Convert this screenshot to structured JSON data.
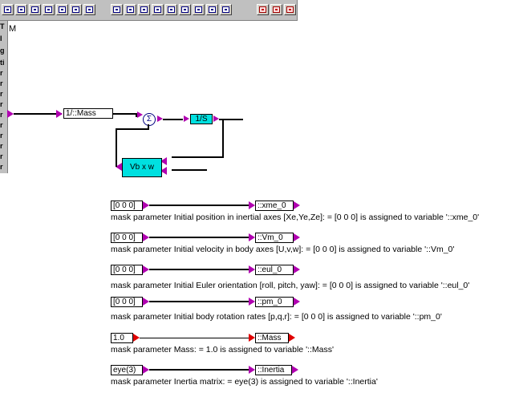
{
  "canvas_letter": "M",
  "palette_letters": [
    "T",
    "I",
    "g",
    "ti",
    "r",
    "r",
    "r",
    "r",
    "r",
    "r",
    "r",
    "r",
    "r",
    "r"
  ],
  "toolbar": {
    "group1": [
      "icon",
      "icon",
      "icon",
      "icon",
      "icon",
      "icon",
      "icon"
    ],
    "group2": [
      "icon",
      "icon",
      "icon",
      "icon",
      "icon",
      "icon",
      "icon",
      "icon",
      "icon"
    ],
    "group3": [
      "icon",
      "icon",
      "icon"
    ]
  },
  "diagram": {
    "gain_label": "1/::Mass",
    "sum_symbol": "Σ",
    "integrator_label": "1/S",
    "cross_label": "Vb x w"
  },
  "params": [
    {
      "value": "[0 0 0]",
      "variable": "::xme_0",
      "caption": "mask parameter  Initial position in inertial axes [Xe,Ye,Ze]: = [0 0 0] is assigned to variable '::xme_0'"
    },
    {
      "value": "[0 0 0]",
      "variable": "::Vm_0",
      "caption": "mask parameter  Initial velocity in body axes [U,v,w]: = [0 0 0] is assigned to variable '::Vm_0'"
    },
    {
      "value": "[0 0 0]",
      "variable": "::eul_0",
      "caption": "mask parameter  Initial Euler orientation [roll, pitch, yaw]: = [0 0 0] is assigned to variable '::eul_0'"
    },
    {
      "value": "[0 0 0]",
      "variable": "::pm_0",
      "caption": "mask parameter  Initial body rotation rates [p,q,r]: = [0 0 0] is assigned to variable '::pm_0'"
    },
    {
      "value": "1.0",
      "variable": "::Mass",
      "caption": "mask parameter  Mass: = 1.0 is assigned to variable '::Mass'"
    },
    {
      "value": "eye(3)",
      "variable": "::Inertia",
      "caption": "mask parameter  Inertia matrix: = eye(3) is assigned to variable '::Inertia'"
    }
  ],
  "colors": {
    "port": "#b000b0",
    "scalar_port": "#e00000",
    "integrator": "#00e0e0"
  }
}
